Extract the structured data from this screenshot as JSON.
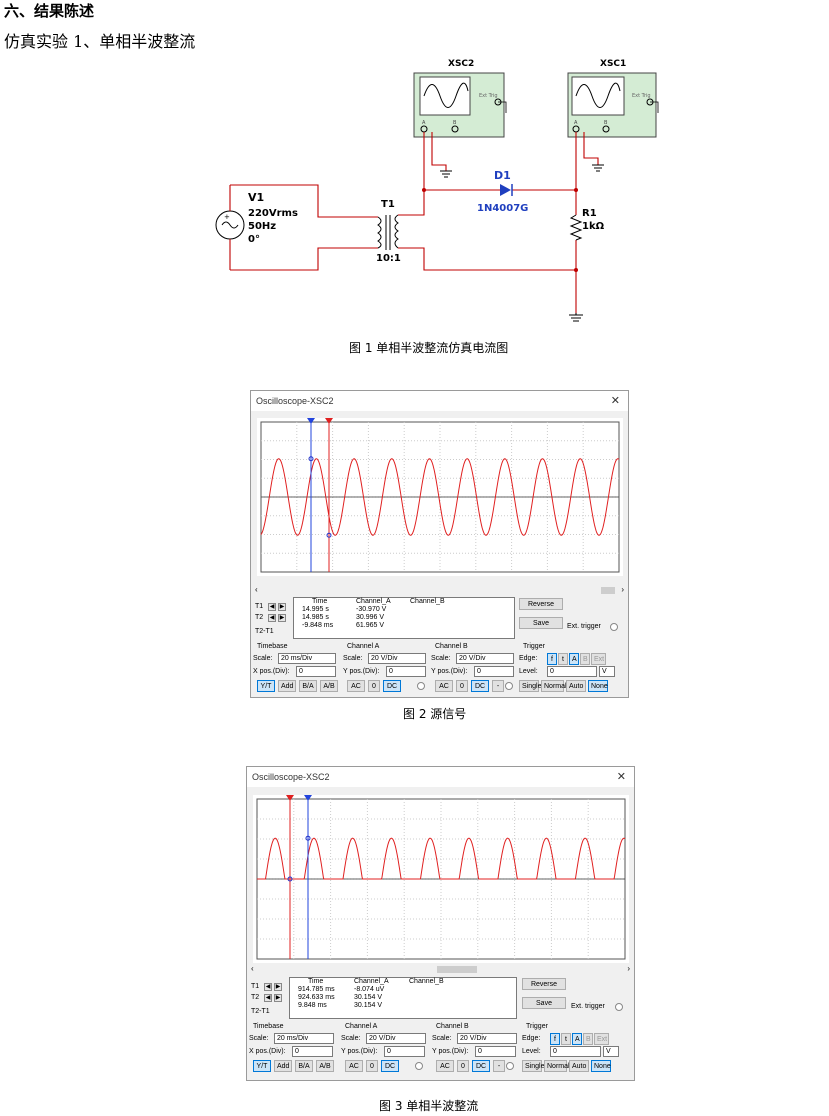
{
  "headings": {
    "section": "六、结果陈述",
    "subtitle": "仿真实验 1、单相半波整流"
  },
  "circuit": {
    "xsc2_label": "XSC2",
    "xsc1_label": "XSC1",
    "ext_trig": "Ext Trig",
    "ch_a": "A",
    "ch_b": "B",
    "v1_name": "V1",
    "v1_voltage": "220Vrms",
    "v1_freq": "50Hz",
    "v1_phase": "0°",
    "t1_name": "T1",
    "t1_ratio": "10:1",
    "d1_name": "D1",
    "d1_model": "1N4007G",
    "r1_name": "R1",
    "r1_value": "1kΩ",
    "wire_color": "#c00000",
    "diode_color": "#1f3fbf"
  },
  "figure_captions": {
    "fig1": "图 1 单相半波整流仿真电流图",
    "fig2": "图 2 源信号",
    "fig3": "图 3  单相半波整流"
  },
  "osc1": {
    "title": "Oscilloscope-XSC2",
    "waveform": "sine",
    "meas_headers": [
      "Time",
      "Channel_A",
      "Channel_B"
    ],
    "row_labels": [
      "T1",
      "T2",
      "T2-T1"
    ],
    "rows": [
      {
        "time": "14.995 s",
        "cha": "-30.970 V",
        "chb": ""
      },
      {
        "time": "14.985 s",
        "cha": "30.996 V",
        "chb": ""
      },
      {
        "time": "-9.848 ms",
        "cha": "61.965 V",
        "chb": ""
      }
    ],
    "reverse": "Reverse",
    "save": "Save",
    "ext_trigger": "Ext. trigger",
    "timebase": {
      "title": "Timebase",
      "scale_label": "Scale:",
      "scale": "20 ms/Div",
      "xpos_label": "X pos.(Div):",
      "xpos": "0",
      "modes": [
        "Y/T",
        "Add",
        "B/A",
        "A/B"
      ]
    },
    "chan_a": {
      "title": "Channel A",
      "scale_label": "Scale:",
      "scale": "20  V/Div",
      "ypos_label": "Y pos.(Div):",
      "ypos": "0",
      "modes": [
        "AC",
        "0",
        "DC"
      ]
    },
    "chan_b": {
      "title": "Channel B",
      "scale_label": "Scale:",
      "scale": "20  V/Div",
      "ypos_label": "Y pos.(Div):",
      "ypos": "0",
      "modes": [
        "AC",
        "0",
        "DC",
        "-"
      ]
    },
    "trigger": {
      "title": "Trigger",
      "edge_label": "Edge:",
      "level_label": "Level:",
      "level": "0",
      "unit": "V",
      "edge_buttons": [
        "f",
        "t",
        "A",
        "B",
        "Ext"
      ],
      "modes": [
        "Single",
        "Normal",
        "Auto",
        "None"
      ]
    }
  },
  "osc2": {
    "title": "Oscilloscope-XSC2",
    "waveform": "half-wave",
    "meas_headers": [
      "Time",
      "Channel_A",
      "Channel_B"
    ],
    "row_labels": [
      "T1",
      "T2",
      "T2-T1"
    ],
    "rows": [
      {
        "time": "914.785 ms",
        "cha": "-8.074 uV",
        "chb": ""
      },
      {
        "time": "924.633 ms",
        "cha": "30.154 V",
        "chb": ""
      },
      {
        "time": "9.848 ms",
        "cha": "30.154 V",
        "chb": ""
      }
    ],
    "reverse": "Reverse",
    "save": "Save",
    "ext_trigger": "Ext. trigger",
    "timebase": {
      "title": "Timebase",
      "scale_label": "Scale:",
      "scale": "20 ms/Div",
      "xpos_label": "X pos.(Div):",
      "xpos": "0",
      "modes": [
        "Y/T",
        "Add",
        "B/A",
        "A/B"
      ]
    },
    "chan_a": {
      "title": "Channel A",
      "scale_label": "Scale:",
      "scale": "20  V/Div",
      "ypos_label": "Y pos.(Div):",
      "ypos": "0",
      "modes": [
        "AC",
        "0",
        "DC"
      ]
    },
    "chan_b": {
      "title": "Channel B",
      "scale_label": "Scale:",
      "scale": "20  V/Div",
      "ypos_label": "Y pos.(Div):",
      "ypos": "0",
      "modes": [
        "AC",
        "0",
        "DC",
        "-"
      ]
    },
    "trigger": {
      "title": "Trigger",
      "edge_label": "Edge:",
      "level_label": "Level:",
      "level": "0",
      "unit": "V",
      "edge_buttons": [
        "f",
        "t",
        "A",
        "B",
        "Ext"
      ],
      "modes": [
        "Single",
        "Normal",
        "Auto",
        "None"
      ]
    }
  }
}
